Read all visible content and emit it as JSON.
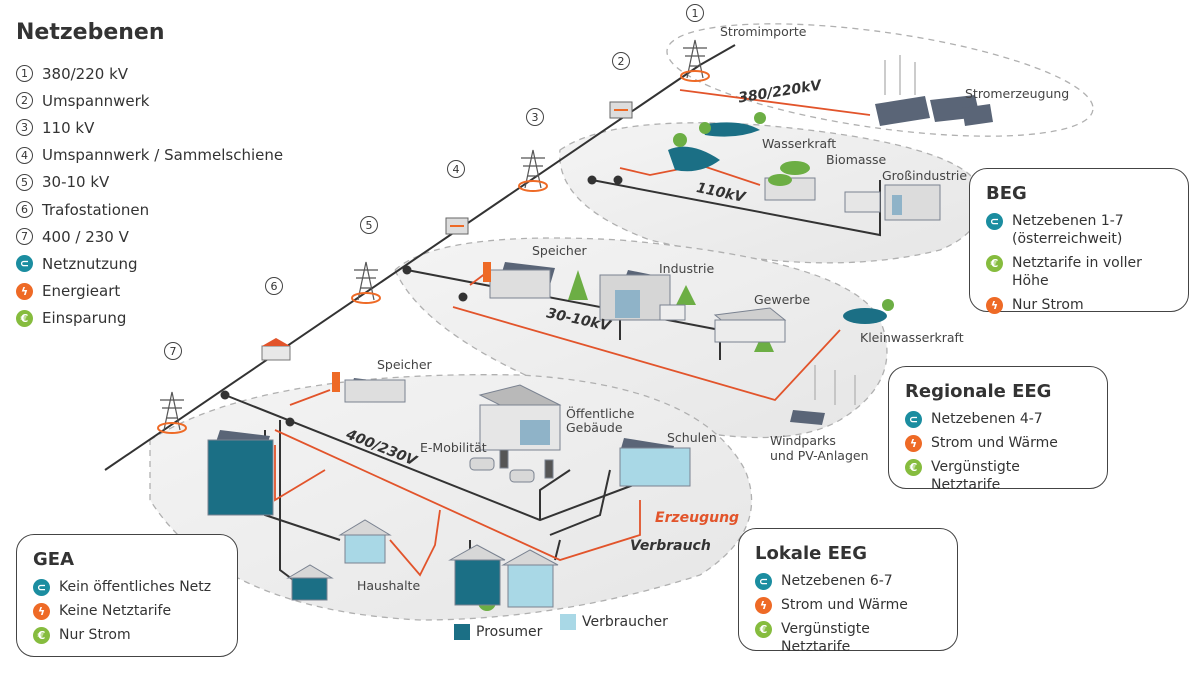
{
  "legend": {
    "title": "Netzebenen",
    "items": [
      {
        "badge": "1",
        "label": "380/220 kV"
      },
      {
        "badge": "2",
        "label": "Umspannwerk"
      },
      {
        "badge": "3",
        "label": "110 kV"
      },
      {
        "badge": "4",
        "label": "Umspannwerk / Sammelschiene"
      },
      {
        "badge": "5",
        "label": "30-10 kV"
      },
      {
        "badge": "6",
        "label": "Trafostationen"
      },
      {
        "badge": "7",
        "label": "400 / 230 V"
      }
    ],
    "icons": [
      {
        "type": "net",
        "label": "Netznutzung"
      },
      {
        "type": "energy",
        "label": "Energieart"
      },
      {
        "type": "save",
        "label": "Einsparung"
      }
    ]
  },
  "colors": {
    "net": "#1b8da0",
    "energy": "#ee6a26",
    "save": "#86bc3e",
    "line": "#333333",
    "flow": "#e2542b"
  },
  "boxes": {
    "beg": {
      "title": "BEG",
      "items": [
        "Netzebenen 1-7 (österreichweit)",
        "Netztarife in voller Höhe",
        "Nur Strom"
      ]
    },
    "regional": {
      "title": "Regionale EEG",
      "items": [
        "Netzebenen 4-7",
        "Strom und Wärme",
        "Vergünstigte Netztarife"
      ]
    },
    "lokal": {
      "title": "Lokale EEG",
      "items": [
        "Netzebenen 6-7",
        "Strom und Wärme",
        "Vergünstigte Netztarife"
      ]
    },
    "gea": {
      "title": "GEA",
      "items": [
        "Kein öffentliches Netz",
        "Keine Netztarife",
        "Nur Strom"
      ]
    }
  },
  "voltages": {
    "v1": "380/220kV",
    "v2": "110kV",
    "v3": "30-10kV",
    "v4": "400/230V"
  },
  "places": {
    "stromimporte": "Stromimporte",
    "stromerzeugung": "Stromerzeugung",
    "wasserkraft": "Wasserkraft",
    "biomasse": "Biomasse",
    "grossindustrie": "Großindustrie",
    "speicher1": "Speicher",
    "industrie": "Industrie",
    "gewerbe": "Gewerbe",
    "kleinwasserkraft": "Kleinwasserkraft",
    "windparks": "Windparks",
    "pv": "und PV-Anlagen",
    "speicher2": "Speicher",
    "emob": "E-Mobilität",
    "oeff1": "Öffentliche",
    "oeff2": "Gebäude",
    "schulen": "Schulen",
    "haushalte": "Haushalte"
  },
  "flows": {
    "erzeugung": "Erzeugung",
    "verbrauch": "Verbrauch"
  },
  "keys": {
    "prosumer": "Prosumer",
    "verbraucher": "Verbraucher"
  },
  "key_colors": {
    "prosumer": "#1b6f85",
    "verbraucher": "#a9d8e6"
  }
}
